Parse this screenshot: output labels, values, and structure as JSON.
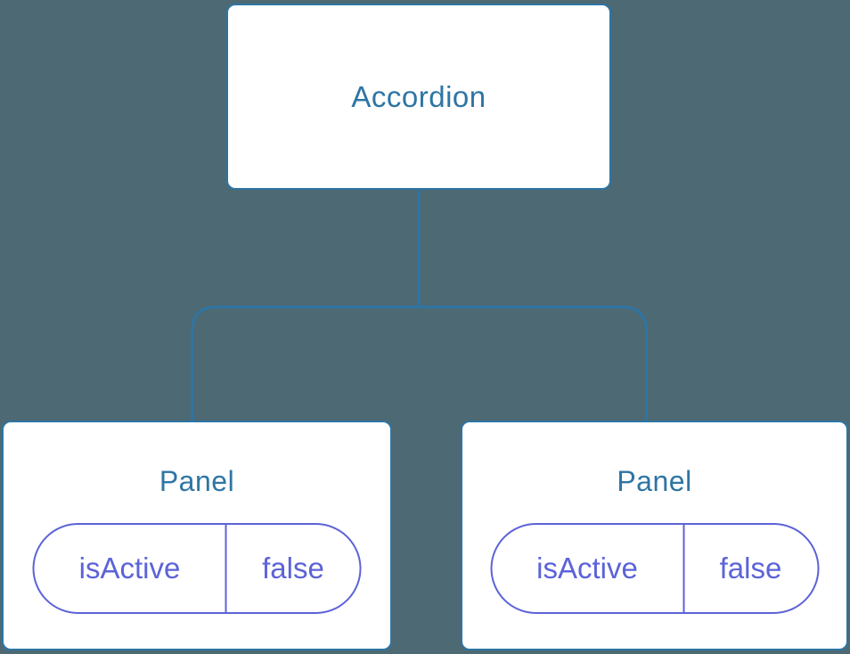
{
  "colors": {
    "canvas_bg": "#4d6973",
    "card_bg": "#ffffff",
    "node_blue": "#2e75a4",
    "state_purple": "#5c63d8"
  },
  "diagram": {
    "root": {
      "label": "Accordion"
    },
    "children": [
      {
        "label": "Panel",
        "state": {
          "key": "isActive",
          "value": "false"
        }
      },
      {
        "label": "Panel",
        "state": {
          "key": "isActive",
          "value": "false"
        }
      }
    ]
  }
}
